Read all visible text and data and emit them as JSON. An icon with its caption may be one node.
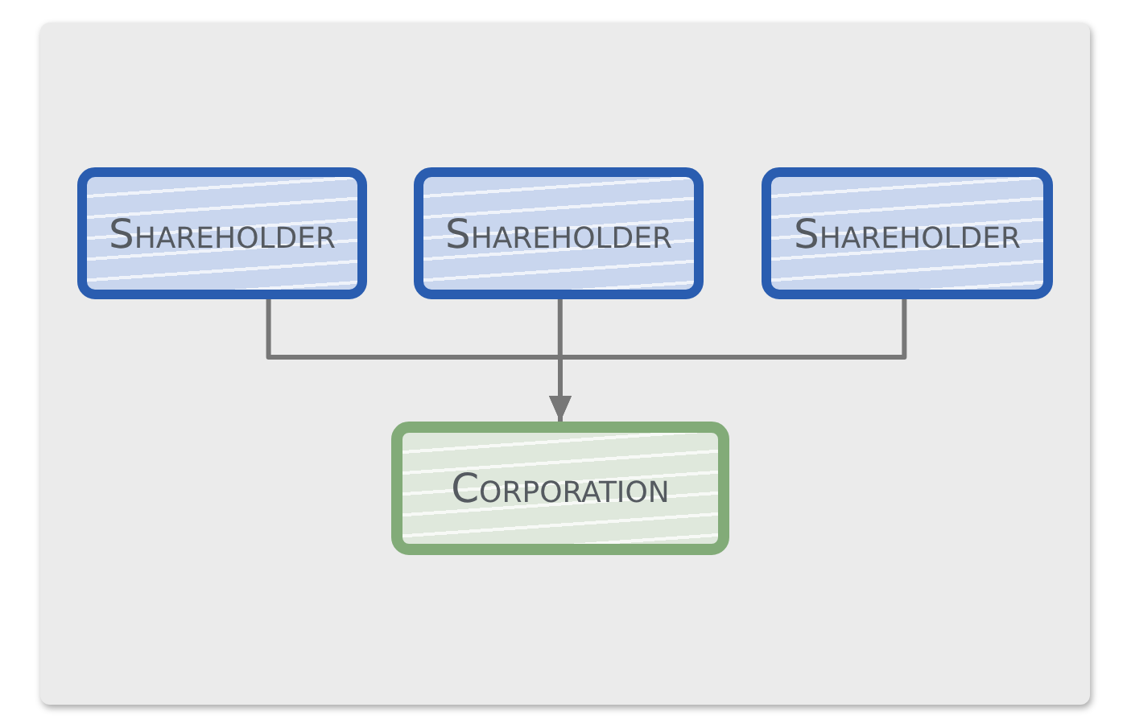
{
  "diagram": {
    "nodes": [
      {
        "text": [
          "Shareholder"
        ]
      },
      {
        "text": [
          "Shareholder"
        ]
      },
      {
        "text": [
          "Shareholder"
        ]
      },
      {
        "text": [
          "Corporation"
        ]
      }
    ],
    "edges": [
      {
        "from": 0,
        "to": 3,
        "arrow": "to"
      },
      {
        "from": 1,
        "to": 3,
        "arrow": "to"
      },
      {
        "from": 2,
        "to": 3,
        "arrow": "to"
      }
    ]
  }
}
